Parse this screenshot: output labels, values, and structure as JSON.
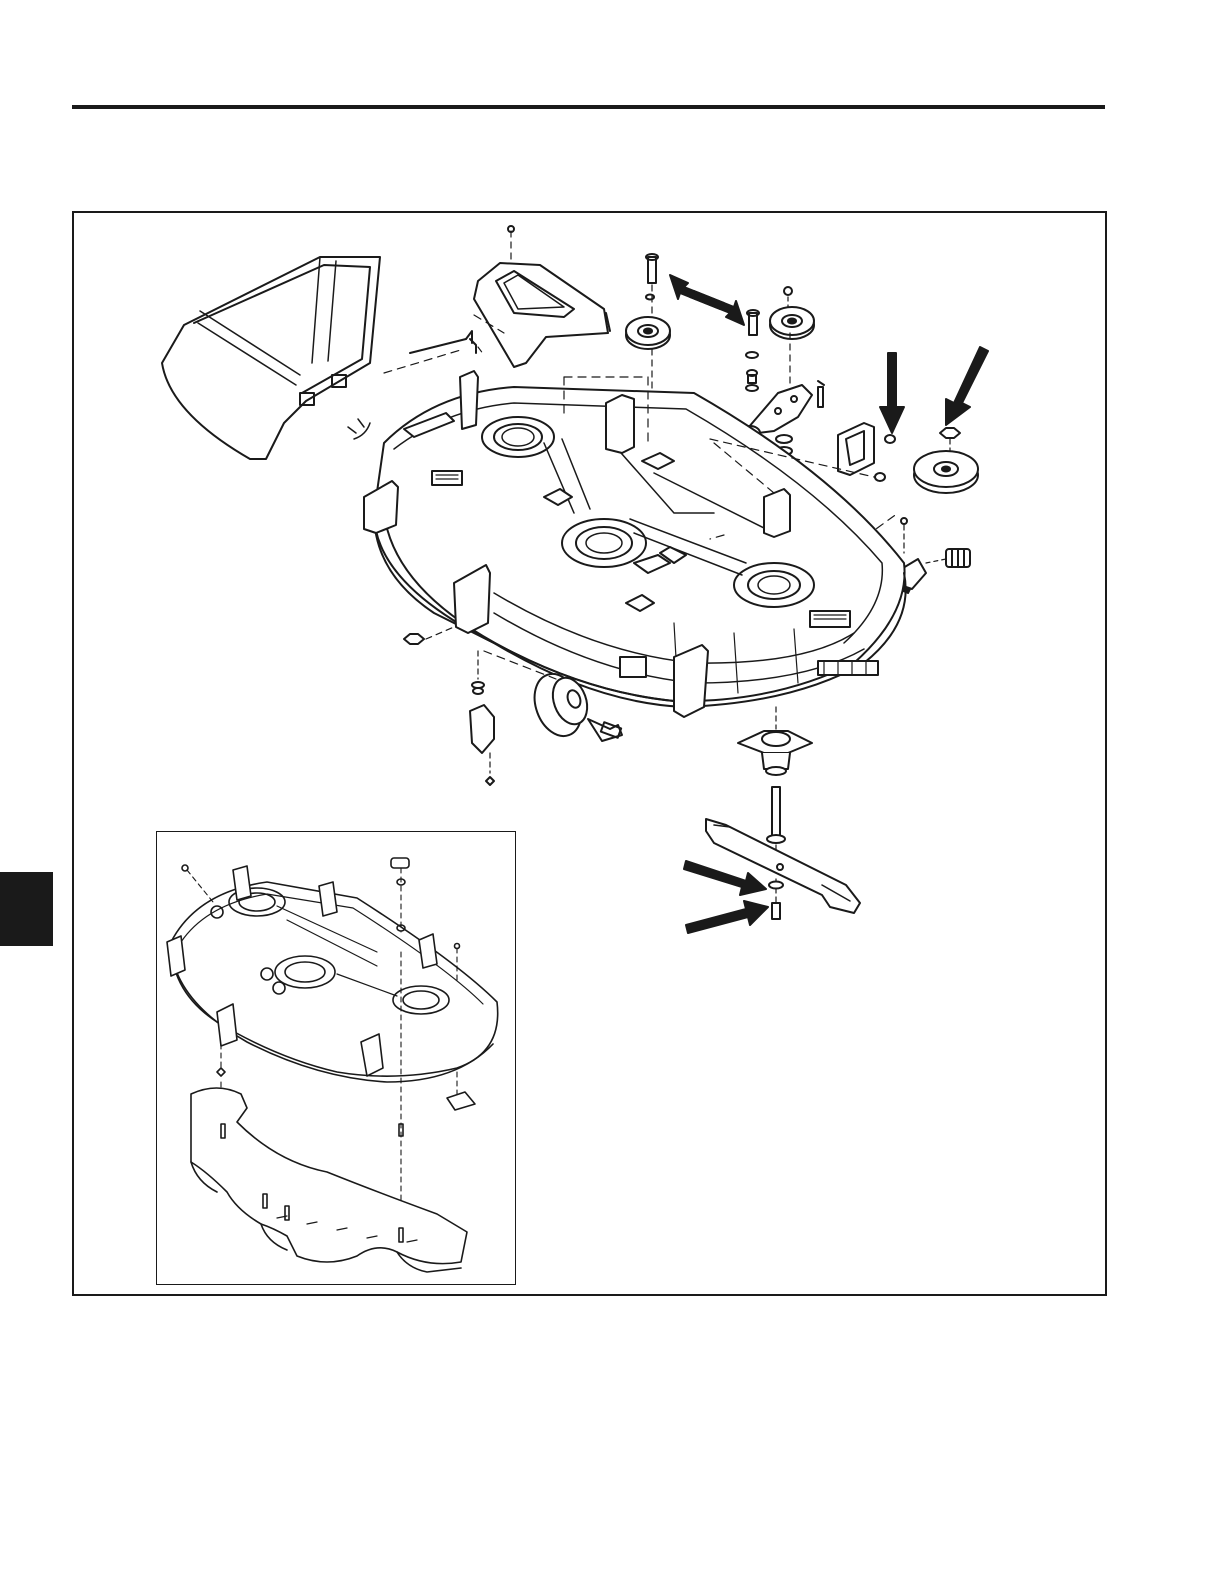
{
  "page": {
    "header_rule": true,
    "side_tab_color": "#1a1a1a"
  },
  "figure": {
    "type": "exploded-parts-diagram",
    "subject": "mower-deck-assembly",
    "has_inset": true,
    "inset_subject": "deck-with-baffle",
    "callout_arrows": 6,
    "colors": {
      "line": "#1a1a1a",
      "fill": "#ffffff",
      "shade": "#e6e6e6"
    }
  }
}
